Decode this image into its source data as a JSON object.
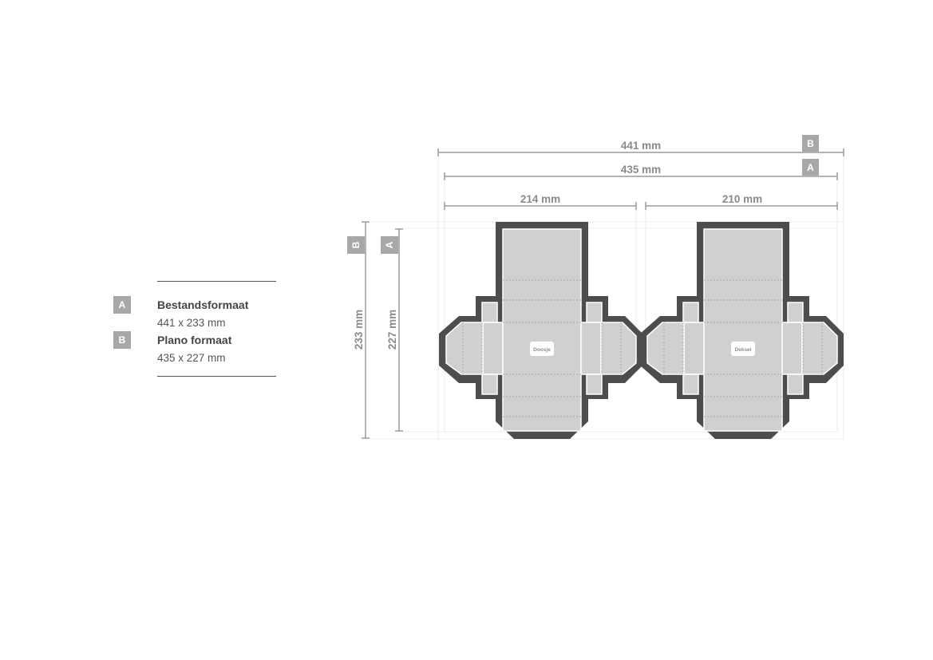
{
  "legend": {
    "items": [
      {
        "badge": "A",
        "title": "Bestandsformaat",
        "size": "441 x 233 mm"
      },
      {
        "badge": "B",
        "title": "Plano formaat",
        "size": "435 x 227 mm"
      }
    ]
  },
  "dimensions": {
    "total_outer": {
      "label": "441 mm",
      "tag": "B"
    },
    "total_inner": {
      "label": "435 mm",
      "tag": "A"
    },
    "left_width": {
      "label": "214 mm"
    },
    "right_width": {
      "label": "210 mm"
    },
    "height_outer": {
      "label": "233 mm",
      "tag": "B"
    },
    "height_inner": {
      "label": "227 mm",
      "tag": "A"
    }
  },
  "boxes": {
    "left": {
      "label": "Doosje"
    },
    "right": {
      "label": "Deksel"
    }
  },
  "colors": {
    "die_line": "#4d4d4d",
    "panel_fill": "#d0d0d0",
    "dimension_line": "#9a9a9a",
    "badge": "#a8a8a8"
  }
}
